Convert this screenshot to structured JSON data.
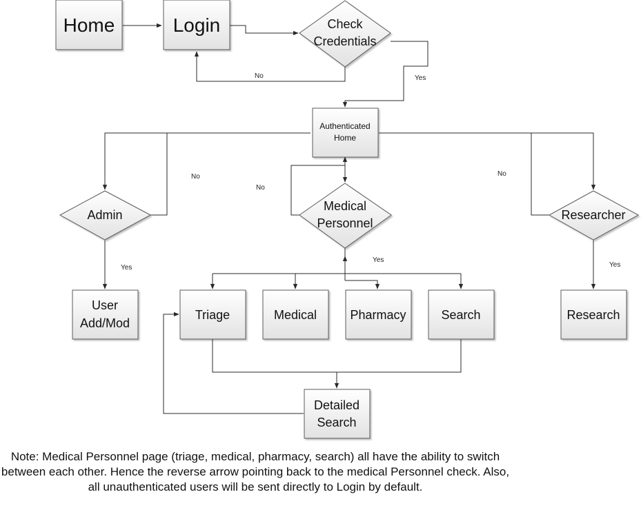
{
  "nodes": {
    "home": "Home",
    "login": "Login",
    "check_credentials": [
      "Check",
      "Credentials"
    ],
    "authenticated_home": [
      "Authenticated",
      "Home"
    ],
    "admin": "Admin",
    "medical_personnel": [
      "Medical",
      "Personnel"
    ],
    "researcher": "Researcher",
    "user_add_mod": [
      "User",
      "Add/Mod"
    ],
    "triage": "Triage",
    "medical": "Medical",
    "pharmacy": "Pharmacy",
    "search": "Search",
    "research": "Research",
    "detailed_search": [
      "Detailed",
      "Search"
    ]
  },
  "edges": {
    "check_no": "No",
    "check_yes": "Yes",
    "admin_no": "No",
    "medical_no": "No",
    "researcher_no": "No",
    "admin_yes": "Yes",
    "medical_yes": "Yes",
    "researcher_yes": "Yes"
  },
  "note": "Note: Medical Personnel page (triage, medical, pharmacy, search) all have the ability to switch between each other. Hence the reverse arrow pointing back to the medical Personnel check. Also, all unauthenticated users will be sent directly to Login by default."
}
